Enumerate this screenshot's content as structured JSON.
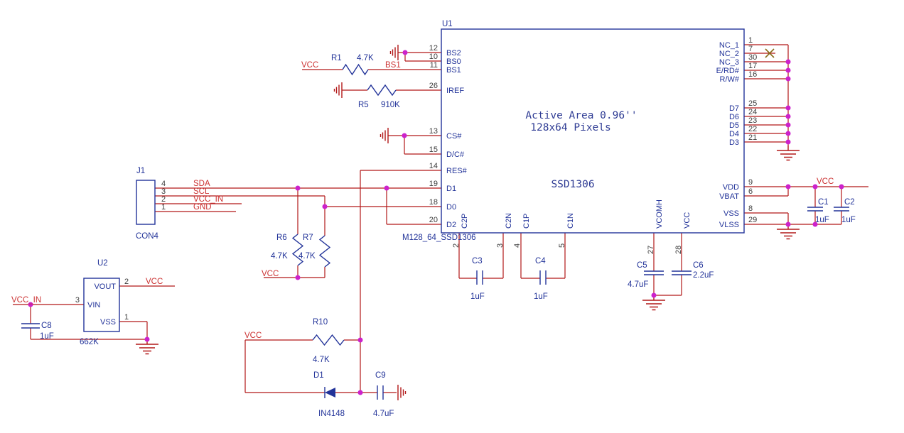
{
  "u1": {
    "ref": "U1",
    "footprint": "M128_64_SSD1306",
    "note_line1": "Active Area 0.96''",
    "note_line2": "128x64 Pixels",
    "part_name": "SSD1306",
    "left_pins": [
      {
        "num": "12",
        "name": "BS2"
      },
      {
        "num": "10",
        "name": "BS0"
      },
      {
        "num": "11",
        "name": "BS1"
      },
      {
        "num": "26",
        "name": "IREF"
      },
      {
        "num": "13",
        "name": "CS#"
      },
      {
        "num": "15",
        "name": "D/C#"
      },
      {
        "num": "14",
        "name": "RES#"
      },
      {
        "num": "19",
        "name": "D1"
      },
      {
        "num": "18",
        "name": "D0"
      },
      {
        "num": "20",
        "name": "D2"
      }
    ],
    "right_pins": [
      {
        "num": "1",
        "name": "NC_1"
      },
      {
        "num": "7",
        "name": "NC_2"
      },
      {
        "num": "30",
        "name": "NC_3"
      },
      {
        "num": "17",
        "name": "E/RD#"
      },
      {
        "num": "16",
        "name": "R/W#"
      },
      {
        "num": "25",
        "name": "D7"
      },
      {
        "num": "24",
        "name": "D6"
      },
      {
        "num": "23",
        "name": "D5"
      },
      {
        "num": "22",
        "name": "D4"
      },
      {
        "num": "21",
        "name": "D3"
      },
      {
        "num": "9",
        "name": "VDD"
      },
      {
        "num": "6",
        "name": "VBAT"
      },
      {
        "num": "8",
        "name": "VSS"
      },
      {
        "num": "29",
        "name": "VLSS"
      }
    ],
    "bottom_pins": [
      {
        "num": "2",
        "name": "C2P"
      },
      {
        "num": "3",
        "name": "C2N"
      },
      {
        "num": "4",
        "name": "C1P"
      },
      {
        "num": "5",
        "name": "C1N"
      },
      {
        "num": "27",
        "name": "VCOMH"
      },
      {
        "num": "28",
        "name": "VCC"
      }
    ]
  },
  "j1": {
    "ref": "J1",
    "footprint": "CON4",
    "pins": [
      {
        "num": "4",
        "net": "SDA"
      },
      {
        "num": "3",
        "net": "SCL"
      },
      {
        "num": "2",
        "net": "VCC_IN"
      },
      {
        "num": "1",
        "net": "GND"
      }
    ]
  },
  "u2": {
    "ref": "U2",
    "value": "662K",
    "pin_vout": {
      "num": "2",
      "name": "VOUT"
    },
    "pin_vin": {
      "num": "3",
      "name": "VIN"
    },
    "pin_vss": {
      "num": "1",
      "name": "VSS"
    }
  },
  "parts": {
    "r1": {
      "ref": "R1",
      "value": "4.7K"
    },
    "r5": {
      "ref": "R5",
      "value": "910K"
    },
    "r6": {
      "ref": "R6",
      "value": "4.7K"
    },
    "r7": {
      "ref": "R7",
      "value": "4.7K"
    },
    "r10": {
      "ref": "R10",
      "value": "4.7K"
    },
    "c1": {
      "ref": "C1",
      "value": "1uF"
    },
    "c2": {
      "ref": "C2",
      "value": "1uF"
    },
    "c3": {
      "ref": "C3",
      "value": "1uF"
    },
    "c4": {
      "ref": "C4",
      "value": "1uF"
    },
    "c5": {
      "ref": "C5",
      "value": "4.7uF"
    },
    "c6": {
      "ref": "C6",
      "value": "2.2uF"
    },
    "c8": {
      "ref": "C8",
      "value": "1uF"
    },
    "c9": {
      "ref": "C9",
      "value": "4.7uF"
    },
    "d1": {
      "ref": "D1",
      "value": "IN4148"
    }
  },
  "nets": {
    "vcc": "VCC",
    "vcc_in": "VCC_IN",
    "bs1": "BS1"
  },
  "colors": {
    "wire": "#b21818",
    "symbol": "#223399",
    "net_label": "#cc3333",
    "pin_number": "#404040",
    "junction_dot": "#cc22cc",
    "no_connect": "#8a6d1d",
    "background": "#ffffff"
  }
}
